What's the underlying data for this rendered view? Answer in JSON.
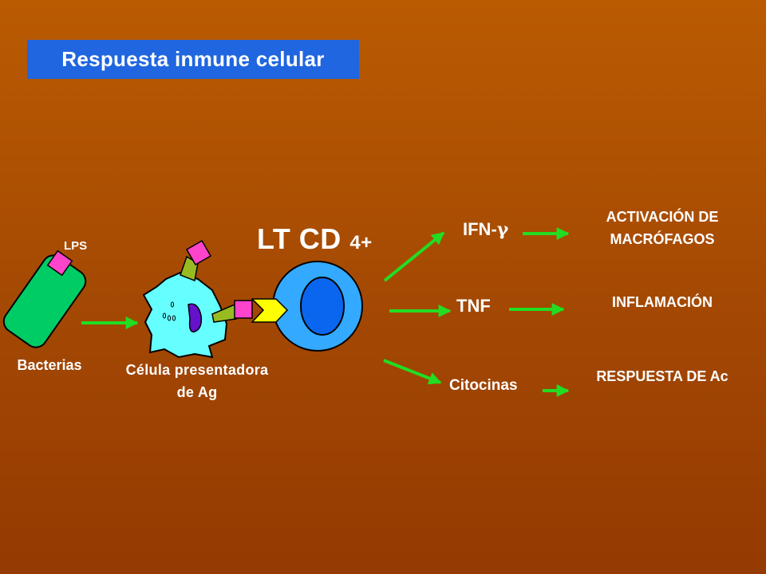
{
  "title": "Respuesta inmune celular",
  "labels": {
    "lps": "LPS",
    "bacterias": "Bacterias",
    "apc": "Célula presentadora de Ag",
    "lt_cd": "LT CD",
    "lt_cd_sub": "4+",
    "ifn_prefix": "IFN-",
    "ifn_symbol": "γ",
    "tnf": "TNF",
    "citocinas": "Citocinas"
  },
  "outcomes": {
    "activacion": "ACTIVACIÓN DE MACRÓFAGOS",
    "inflamacion": "INFLAMACIÓN",
    "respuesta": "RESPUESTA DE Ac"
  },
  "colors": {
    "background_top": "#ba5b02",
    "background_bottom": "#943a02",
    "title_box": "#1f66e0",
    "arrow": "#22dd22",
    "bacteria": "#00cc66",
    "lps_marker": "#ff44cc",
    "apc_cell": "#66ffff",
    "apc_nucleus": "#6611cc",
    "t_cell": "#33aaff",
    "t_cell_nucleus": "#0a66ee",
    "tcr": "#ffff00",
    "mhc": "#99bb22"
  }
}
